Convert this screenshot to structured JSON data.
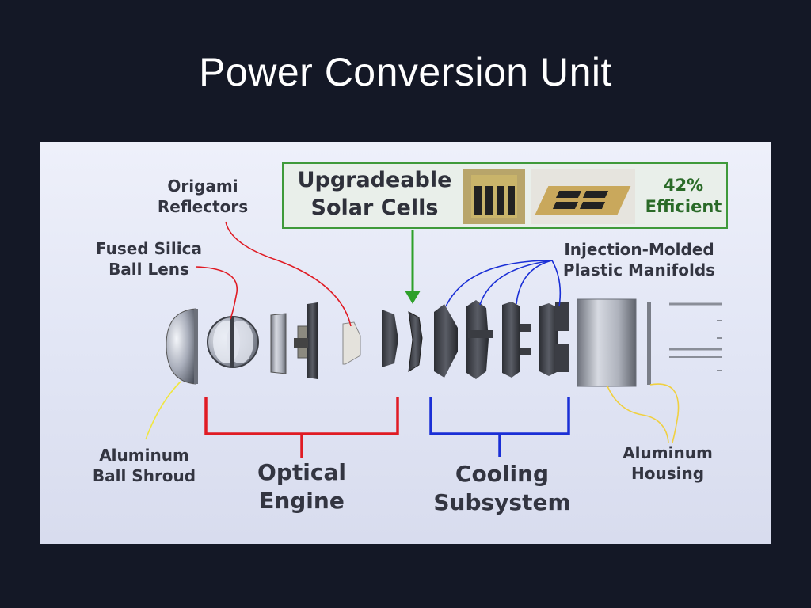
{
  "slide": {
    "title": "Power Conversion Unit"
  },
  "labels": {
    "origami": {
      "line1": "Origami",
      "line2": "Reflectors"
    },
    "fused": {
      "line1": "Fused Silica",
      "line2": "Ball Lens"
    },
    "solar": {
      "line1": "Upgradeable",
      "line2": "Solar Cells"
    },
    "efficiency": {
      "line1": "42%",
      "line2": "Efficient"
    },
    "manifolds": {
      "line1": "Injection-Molded",
      "line2": "Plastic Manifolds"
    },
    "shroud": {
      "line1": "Aluminum",
      "line2": "Ball Shroud"
    },
    "optical": {
      "line1": "Optical",
      "line2": "Engine"
    },
    "cooling": {
      "line1": "Cooling",
      "line2": "Subsystem"
    },
    "housing": {
      "line1": "Aluminum",
      "line2": "Housing"
    }
  },
  "colors": {
    "background": "#141826",
    "panel": "#e4e7f5",
    "optical_bracket": "#e01b24",
    "cooling_bracket": "#1a2fd6",
    "solar_arrow": "#2ea02a",
    "shroud_leader": "#f0e640",
    "housing_leader": "#f0d040",
    "box_border": "#3f9a3a"
  }
}
